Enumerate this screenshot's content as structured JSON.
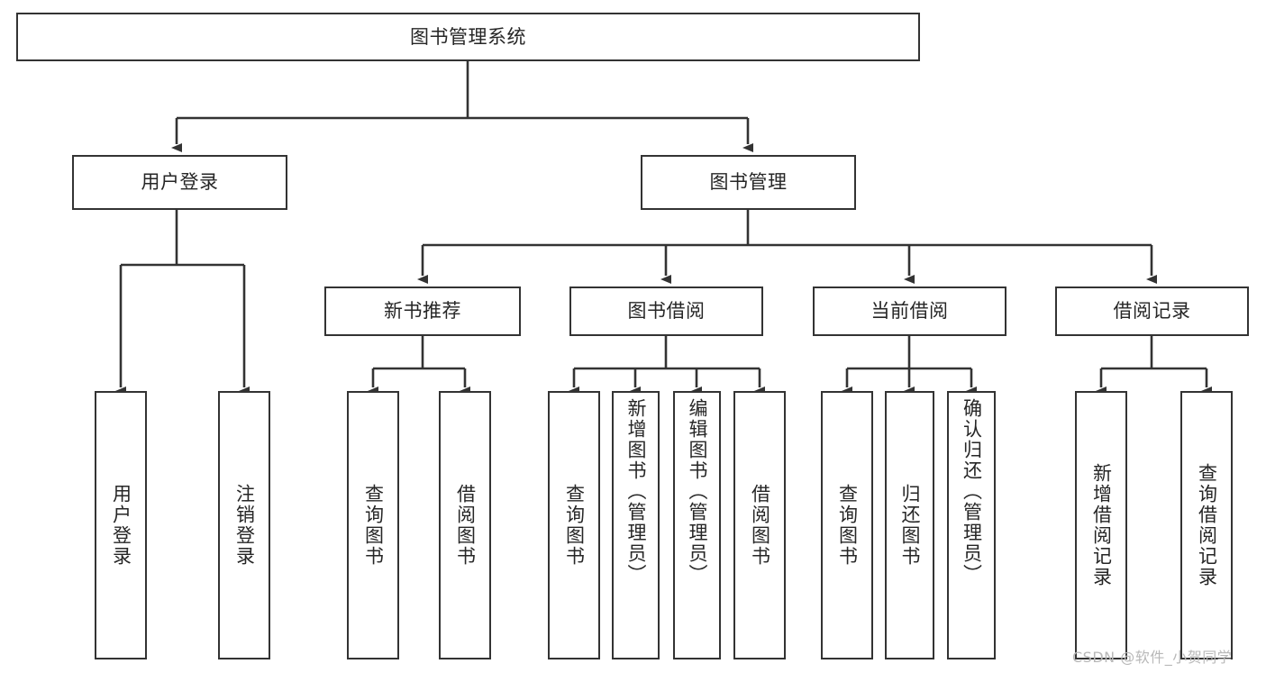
{
  "diagram": {
    "title": "图书管理系统",
    "type": "tree-hierarchy-chart",
    "accent_border_color": "#333333",
    "text_color": "#262626",
    "background_color": "#ffffff",
    "watermark": "CSDN @软件_小贺同学"
  },
  "nodes": {
    "root": {
      "label": "图书管理系统"
    },
    "level1": [
      {
        "id": "user-login",
        "label": "用户登录"
      },
      {
        "id": "book-management",
        "label": "图书管理"
      }
    ],
    "level2": [
      {
        "id": "new-book-recommend",
        "label": "新书推荐"
      },
      {
        "id": "book-borrow",
        "label": "图书借阅"
      },
      {
        "id": "current-borrow",
        "label": "当前借阅"
      },
      {
        "id": "borrow-record",
        "label": "借阅记录"
      }
    ],
    "leaves": [
      {
        "id": "leaf-user-login",
        "label": "用户登录",
        "parent": "user-login"
      },
      {
        "id": "leaf-logout-login",
        "label": "注销登录",
        "parent": "user-login"
      },
      {
        "id": "leaf-query-book-1",
        "label": "查询图书",
        "parent": "new-book-recommend"
      },
      {
        "id": "leaf-borrow-book-1",
        "label": "借阅图书",
        "parent": "new-book-recommend"
      },
      {
        "id": "leaf-query-book-2",
        "label": "查询图书",
        "parent": "book-borrow"
      },
      {
        "id": "leaf-add-book",
        "label": "新增图书（管理员）",
        "parent": "book-borrow"
      },
      {
        "id": "leaf-edit-book",
        "label": "编辑图书（管理员）",
        "parent": "book-borrow"
      },
      {
        "id": "leaf-borrow-book-2",
        "label": "借阅图书",
        "parent": "book-borrow"
      },
      {
        "id": "leaf-query-book-3",
        "label": "查询图书",
        "parent": "current-borrow"
      },
      {
        "id": "leaf-return-book",
        "label": "归还图书",
        "parent": "current-borrow"
      },
      {
        "id": "leaf-confirm-return",
        "label": "确认归还（管理员）",
        "parent": "current-borrow"
      },
      {
        "id": "leaf-add-record",
        "label": "新增借阅记录",
        "parent": "borrow-record"
      },
      {
        "id": "leaf-query-record",
        "label": "查询借阅记录",
        "parent": "borrow-record"
      }
    ]
  }
}
